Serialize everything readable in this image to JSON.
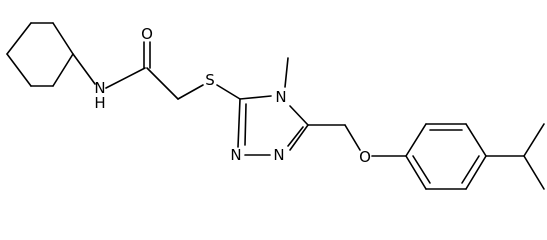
{
  "molecule": {
    "atoms": {
      "amide_n": "N",
      "amide_h": "H",
      "carbonyl_o": "O",
      "thioether_s": "S",
      "triazole_n4": "N",
      "triazole_n1": "N",
      "triazole_n2": "N",
      "ether_o": "O"
    },
    "substituent_labels": {
      "n_methyl": "methyl"
    },
    "colors": {
      "bond": "#000000",
      "label": "#000000",
      "background": "#ffffff"
    }
  }
}
